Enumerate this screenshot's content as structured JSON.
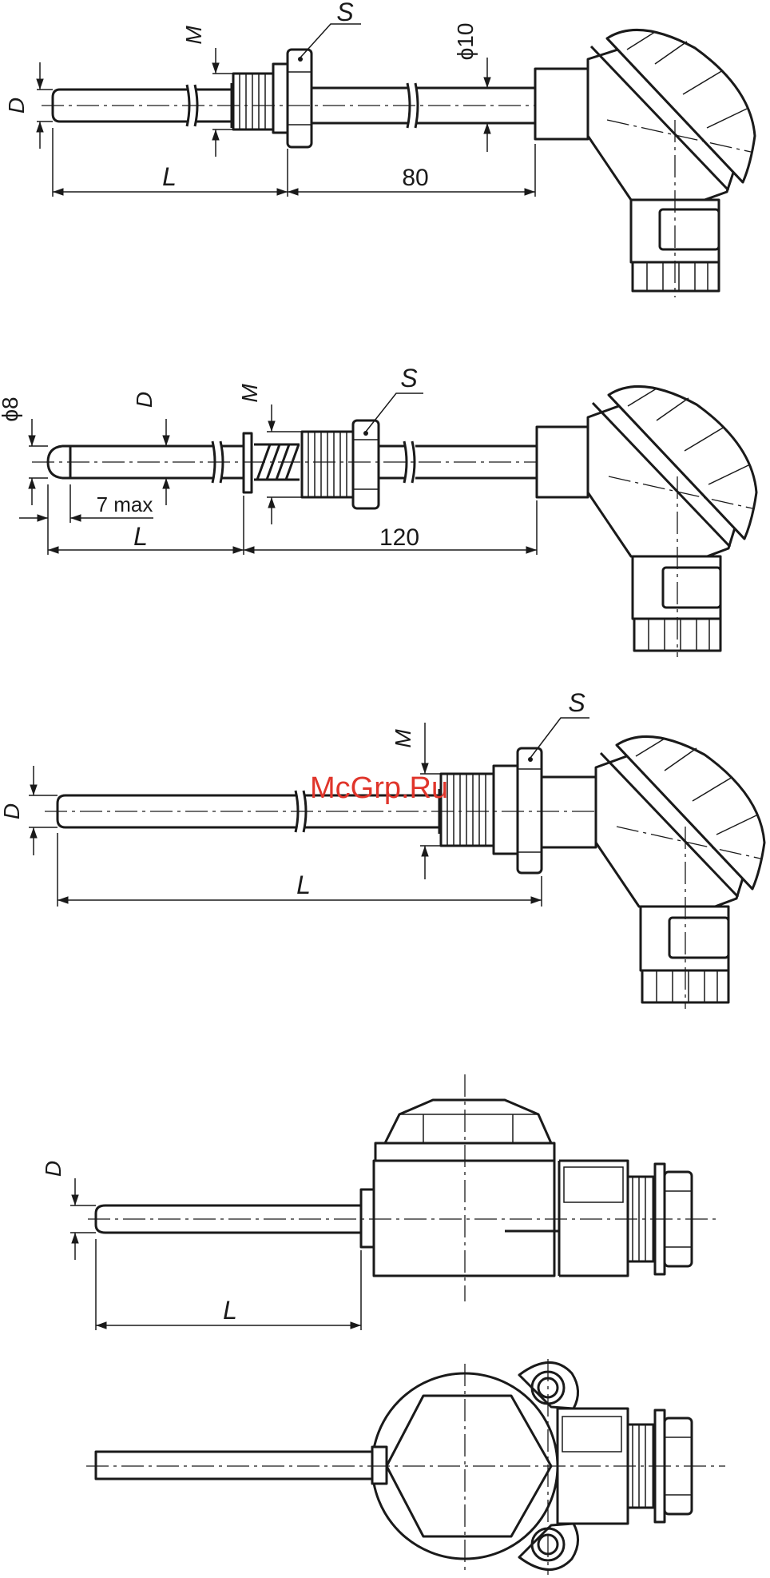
{
  "watermark": "McGrp.Ru",
  "figure1": {
    "dim_d": "D",
    "dim_m": "M",
    "dim_s": "S",
    "dim_diam": "ϕ10",
    "dim_l": "L",
    "dim_length": "80"
  },
  "figure2": {
    "dim_diam": "ϕ8",
    "dim_d": "D",
    "dim_m": "M",
    "dim_s": "S",
    "dim_tip": "7 max",
    "dim_l": "L",
    "dim_length": "120"
  },
  "figure3": {
    "dim_d": "D",
    "dim_m": "M",
    "dim_s": "S",
    "dim_l": "L"
  },
  "figure4": {
    "dim_d": "D",
    "dim_l": "L"
  },
  "colors": {
    "line": "#1a1a1a",
    "background": "#ffffff",
    "watermark": "#e0352b"
  }
}
